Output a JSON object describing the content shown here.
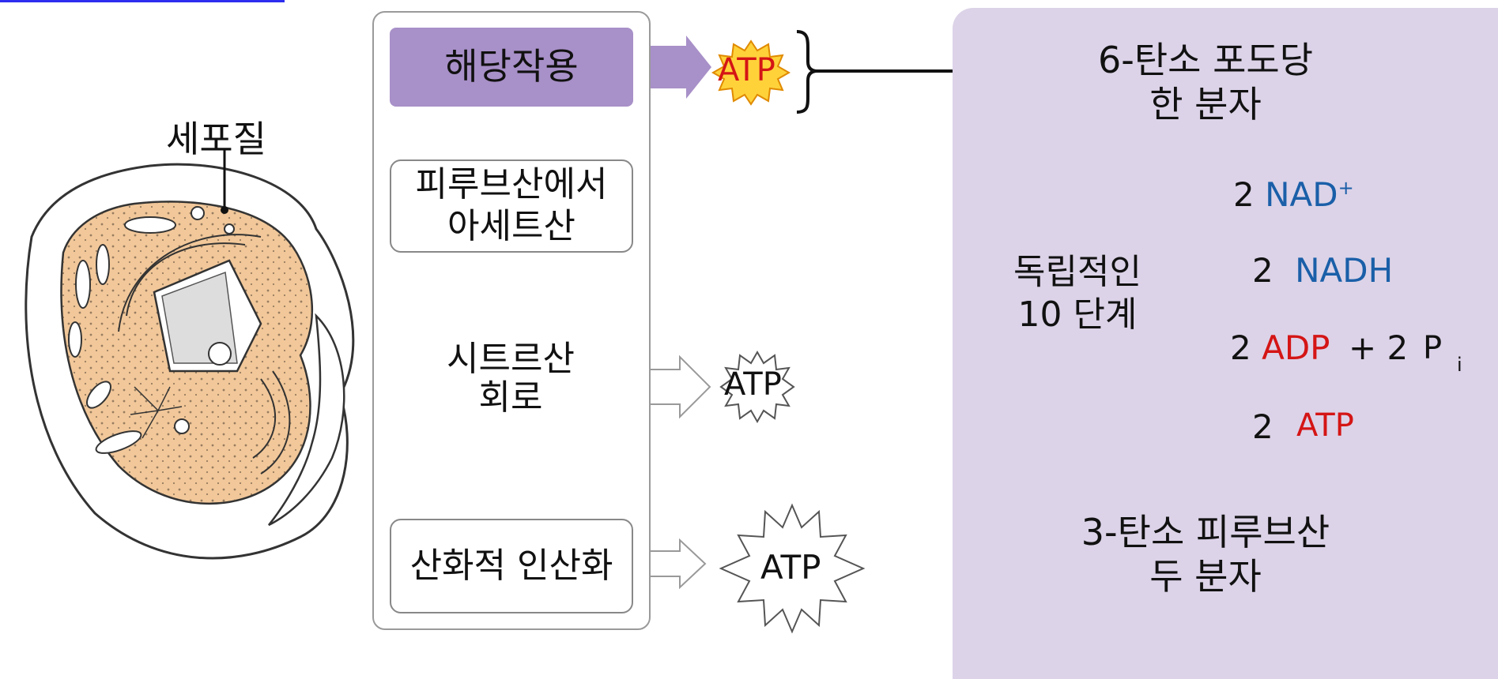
{
  "cell": {
    "label": "세포질"
  },
  "flow": {
    "glycolysis": "해당작용",
    "pyruvate_line1": "피루브산에서",
    "pyruvate_line2": "아세트산",
    "citric_line1": "시트르산",
    "citric_line2": "회로",
    "oxphos": "산화적 인산화",
    "atp": "ATP"
  },
  "panel": {
    "glucose_line1": "6-탄소 포도당",
    "glucose_line2": "한 분자",
    "steps_line1": "독립적인",
    "steps_line2": "10 단계",
    "pyruvate_line1": "3-탄소 피루브산",
    "pyruvate_line2": "두 분자",
    "two": "2",
    "nad_plus": "NAD",
    "plus_sup": "+",
    "nadh": "NADH",
    "adp": "ADP",
    "plus_two": "+ 2",
    "pi": "P",
    "pi_sub": "i",
    "atp": "ATP"
  },
  "colors": {
    "accent_purple": "#a890c8",
    "panel_bg": "#dcd3e8",
    "arrow_blue": "#1a7ad0",
    "atp_red": "#d41515",
    "burst_yellow": "#ffd23a",
    "nadh_box": "#9fcde8"
  }
}
